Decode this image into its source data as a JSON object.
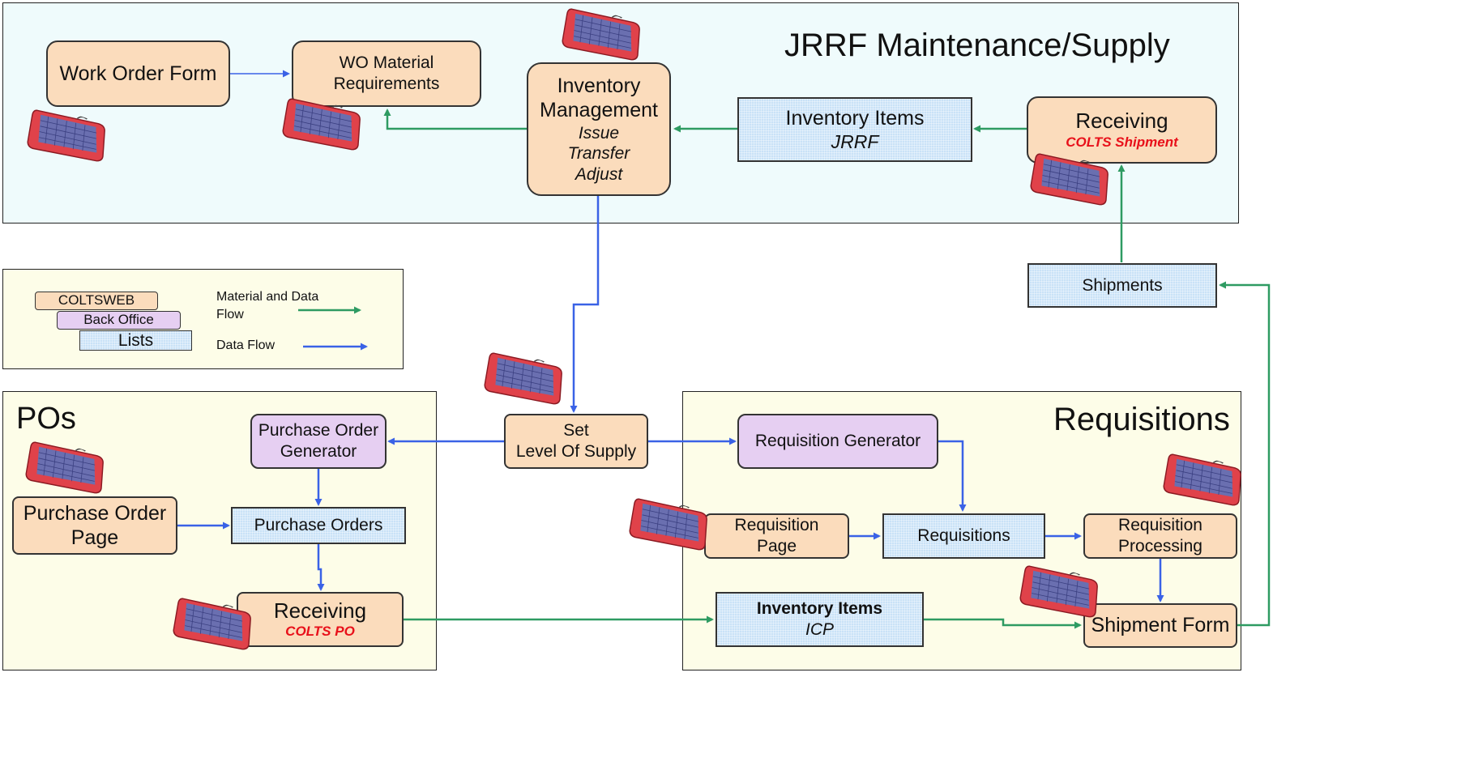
{
  "colors": {
    "material_flow": "#2e9b62",
    "data_flow": "#3a62e6",
    "coltsweb": "#fbdcbc",
    "back_office": "#e6cff2",
    "lists": "#c9e2f7",
    "emphasis_red": "#e8101a"
  },
  "jrrf": {
    "title": "JRRF Maintenance/Supply",
    "work_order_form": "Work Order Form",
    "wo_material_line1": "WO Material",
    "wo_material_line2": "Requirements",
    "inventory_mgmt_line1": "Inventory",
    "inventory_mgmt_line2": "Management",
    "inventory_mgmt_issue": "Issue",
    "inventory_mgmt_transfer": "Transfer",
    "inventory_mgmt_adjust": "Adjust",
    "inventory_items_title": "Inventory Items",
    "inventory_items_sub": "JRRF",
    "receiving_title": "Receiving",
    "receiving_sub": "COLTS Shipment"
  },
  "shipments": "Shipments",
  "legend": {
    "coltsweb": "COLTSWEB",
    "back_office": "Back Office",
    "lists": "Lists",
    "material_flow_line1": "Material and Data",
    "material_flow_line2": "Flow",
    "data_flow": "Data Flow"
  },
  "set_level": {
    "line1": "Set",
    "line2": "Level Of Supply"
  },
  "pos": {
    "title": "POs",
    "po_generator_line1": "Purchase Order",
    "po_generator_line2": "Generator",
    "po_page_line1": "Purchase Order",
    "po_page_line2": "Page",
    "purchase_orders": "Purchase Orders",
    "receiving_title": "Receiving",
    "receiving_sub": "COLTS PO"
  },
  "requisitions": {
    "title": "Requisitions",
    "generator": "Requisition Generator",
    "page_line1": "Requisition",
    "page_line2": "Page",
    "requisitions": "Requisitions",
    "processing_line1": "Requisition",
    "processing_line2": "Processing",
    "inventory_items_title": "Inventory Items",
    "inventory_items_sub": "ICP",
    "shipment_form": "Shipment Form"
  }
}
